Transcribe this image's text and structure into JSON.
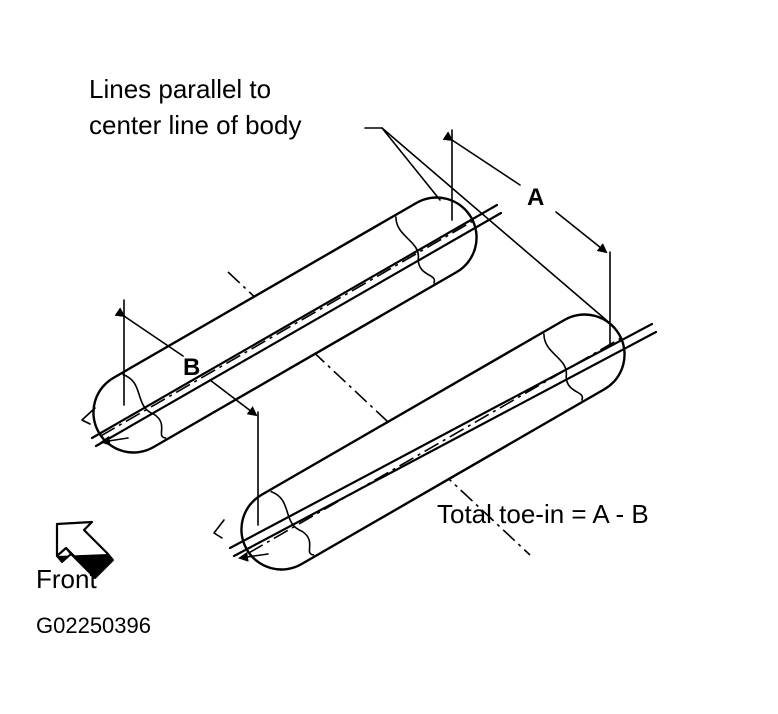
{
  "labels": {
    "parallel_line1": "Lines parallel to",
    "parallel_line2": "center line of body",
    "dim_a": "A",
    "dim_b": "B",
    "formula": "Total toe-in = A - B",
    "front": "Front",
    "figure_id": "G02250396"
  },
  "icons": {
    "front_arrow": "front-direction-arrow-icon"
  }
}
